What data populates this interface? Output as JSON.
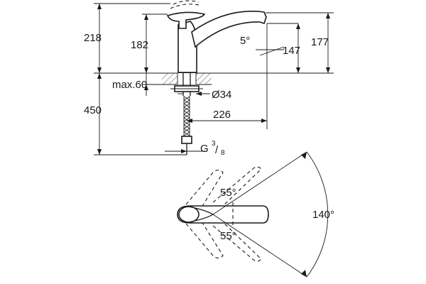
{
  "dimensions": {
    "overall_height": "218",
    "body_height": "182",
    "max_mount": "max.60",
    "below_counter": "450",
    "spout_angle": "5°",
    "spout_outlet_height": "147",
    "spout_top_height": "177",
    "hole_diameter": "Ø34",
    "spout_reach": "226",
    "connection_main": "G",
    "connection_num": "3",
    "connection_den": "8"
  },
  "plan_view": {
    "lever_angle_up": "55°",
    "lever_angle_down": "55°",
    "swivel_angle": "140°"
  }
}
